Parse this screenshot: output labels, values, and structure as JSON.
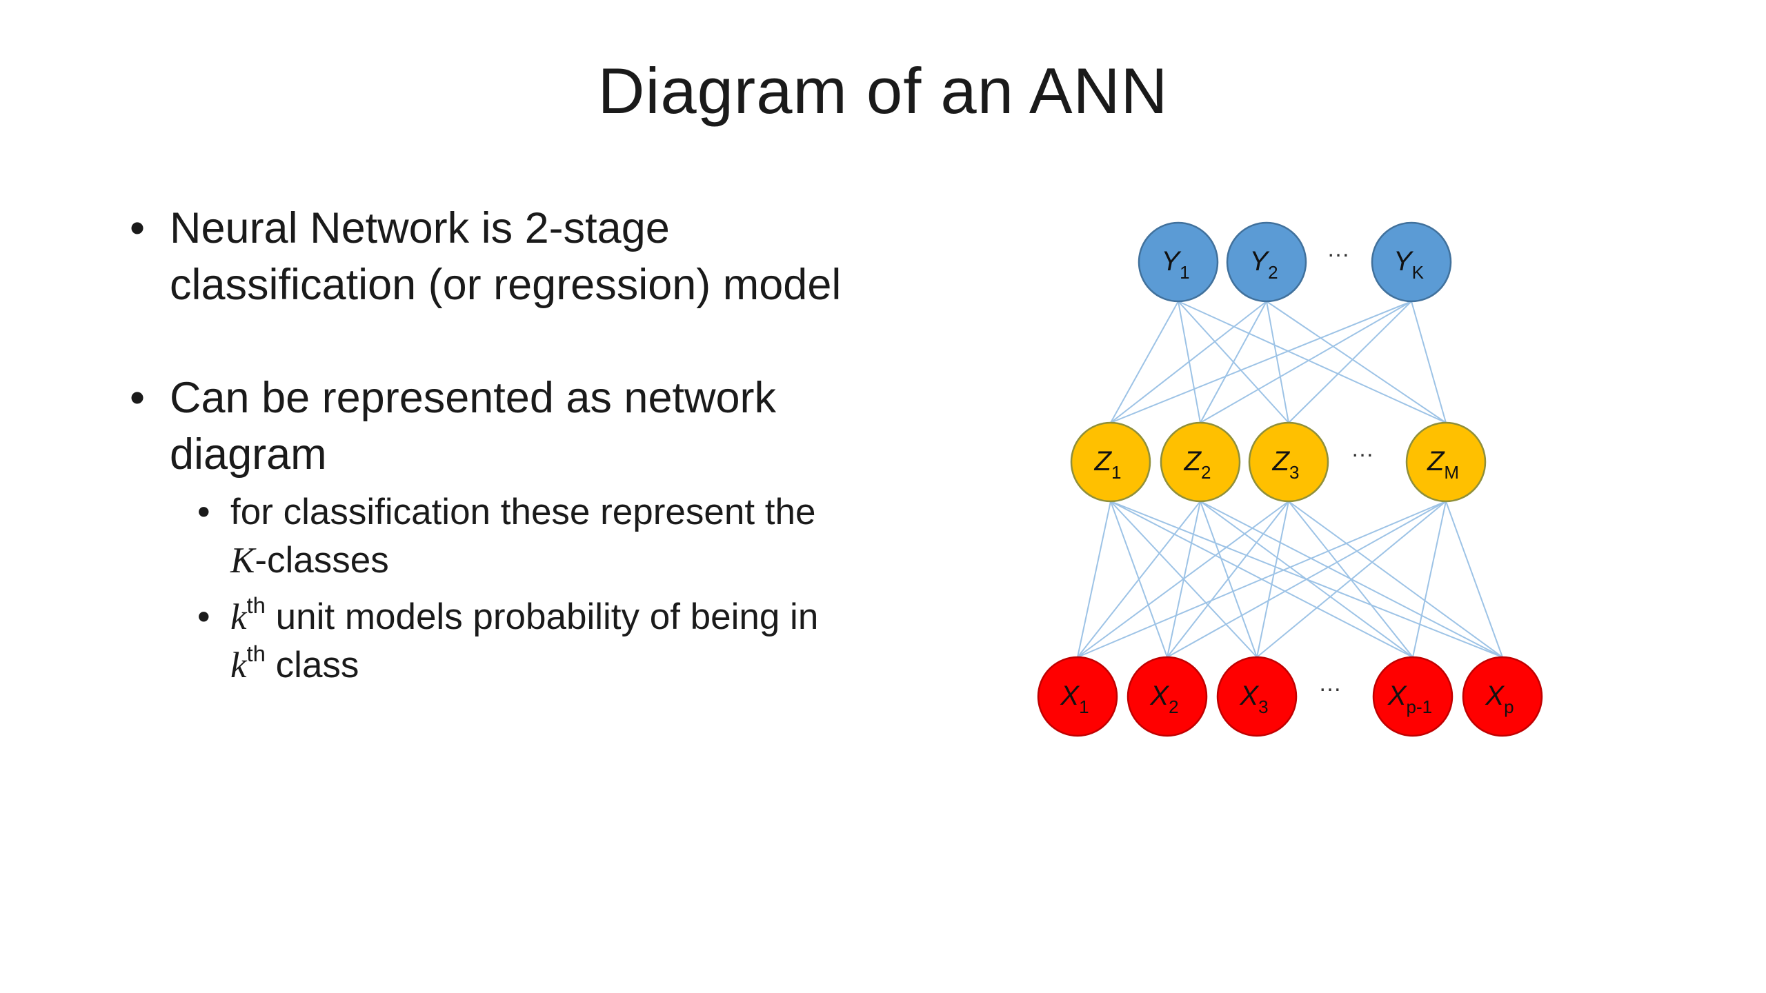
{
  "slide": {
    "title": "Diagram of an ANN"
  },
  "bullets": [
    {
      "text": "Neural Network is 2-stage classification (or regression) model"
    },
    {
      "text": "Can be represented as network diagram",
      "sub": [
        {
          "pre": "for classification these represent the ",
          "math": "K",
          "post": "-classes"
        },
        {
          "math1": "k",
          "sup1": "th",
          "mid": " unit models probability of being in ",
          "math2": "k",
          "sup2": "th",
          "post": " class"
        }
      ]
    }
  ],
  "diagram": {
    "colors": {
      "output": "#5b9bd5",
      "output_stroke": "#41719c",
      "hidden": "#ffc000",
      "hidden_stroke": "#8f8f3a",
      "input": "#ff0000",
      "input_stroke": "#c00000",
      "edge": "#9dc3e6"
    },
    "layers": {
      "output": [
        {
          "letter": "Y",
          "sub": "1"
        },
        {
          "letter": "Y",
          "sub": "2"
        },
        {
          "letter": "Y",
          "sub": "K"
        }
      ],
      "hidden": [
        {
          "letter": "Z",
          "sub": "1"
        },
        {
          "letter": "Z",
          "sub": "2"
        },
        {
          "letter": "Z",
          "sub": "3"
        },
        {
          "letter": "Z",
          "sub": "M"
        }
      ],
      "input": [
        {
          "letter": "X",
          "sub": "1"
        },
        {
          "letter": "X",
          "sub": "2"
        },
        {
          "letter": "X",
          "sub": "3"
        },
        {
          "letter": "X",
          "sub": "p-1"
        },
        {
          "letter": "X",
          "sub": "p"
        }
      ]
    },
    "ellipsis": "…"
  }
}
